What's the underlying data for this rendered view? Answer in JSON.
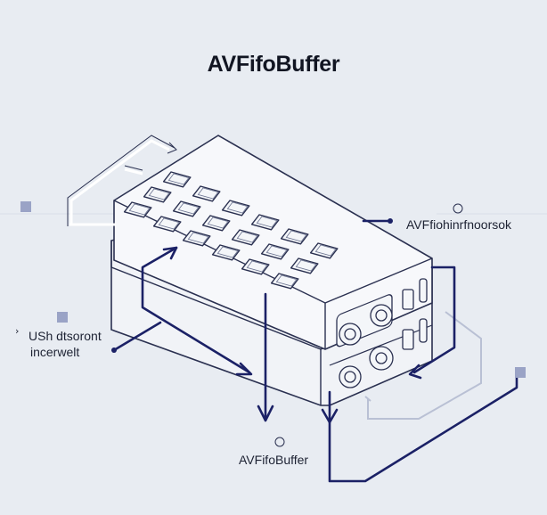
{
  "diagram": {
    "title": "AVFifoBuffer",
    "labels": {
      "right": "AVFfiohinrfnoorsok",
      "left_line1": "USh dtsoront",
      "left_line2": "incerwelt",
      "bottom": "AVFifoBuffer"
    },
    "colors": {
      "background": "#e8ecf2",
      "ink": "#171c33",
      "accent_navy": "#1b2166",
      "marker": "#9aa3c6",
      "slot": "#f4f6f9"
    }
  }
}
